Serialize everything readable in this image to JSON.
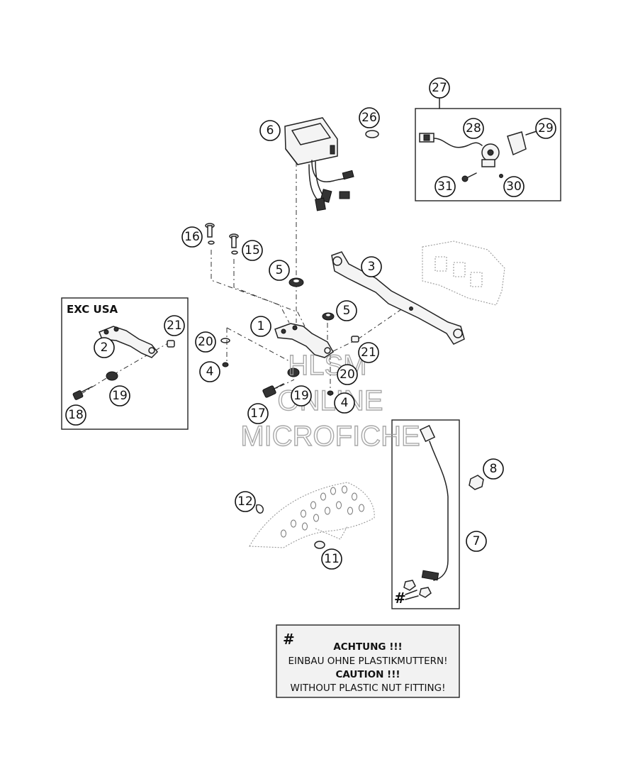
{
  "inset_label": "EXC USA",
  "note": {
    "symbol": "#",
    "line1": "ACHTUNG !!!",
    "line2": "EINBAU OHNE PLASTIKMUTTERN!",
    "line3": "CAUTION !!!",
    "line4": "WITHOUT PLASTIC NUT FITTING!"
  },
  "hash_marker": "#",
  "watermark": {
    "line1": "HLSM",
    "line2": "ONLINE",
    "line3": "MICROFICHE"
  },
  "callouts": {
    "c1": "1",
    "c2": "2",
    "c3": "3",
    "c4a": "4",
    "c4b": "4",
    "c5a": "5",
    "c5b": "5",
    "c6": "6",
    "c7": "7",
    "c8": "8",
    "c11": "11",
    "c12": "12",
    "c15": "15",
    "c16": "16",
    "c17": "17",
    "c18": "18",
    "c19a": "19",
    "c19b": "19",
    "c20a": "20",
    "c20b": "20",
    "c21a": "21",
    "c21b": "21",
    "c26": "26",
    "c27": "27",
    "c28": "28",
    "c29": "29",
    "c30": "30",
    "c31": "31"
  }
}
